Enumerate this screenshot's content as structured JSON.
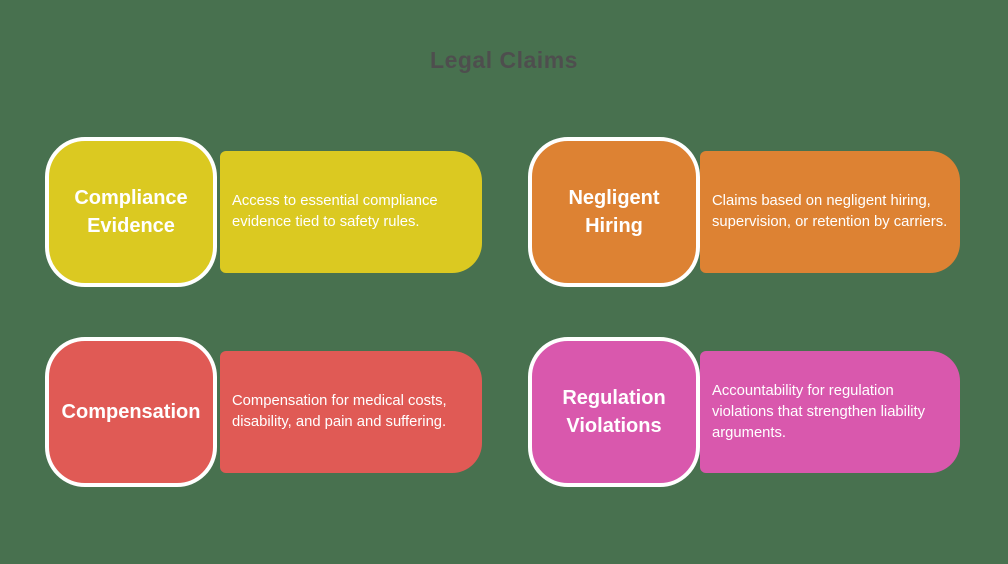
{
  "title": "Legal Claims",
  "colors": {
    "background": "#48714f",
    "title_text": "#4e4e4e",
    "card_text": "#ffffff",
    "yellow": "#dbc921",
    "orange": "#dd8233",
    "red": "#e05a55",
    "pink": "#d958ad"
  },
  "cards": [
    {
      "heading": "Compliance Evidence",
      "description": "Access to essential compliance evidence tied to safety rules.",
      "color": "#dbc921"
    },
    {
      "heading": "Negligent Hiring",
      "description": "Claims based on negligent hiring, supervision, or retention by carriers.",
      "color": "#dd8233"
    },
    {
      "heading": "Compensation",
      "description": "Compensation for medical costs, disability, and pain and suffering.",
      "color": "#e05a55"
    },
    {
      "heading": "Regulation Violations",
      "description": "Accountability for regulation violations that strengthen liability arguments.",
      "color": "#d958ad"
    }
  ]
}
